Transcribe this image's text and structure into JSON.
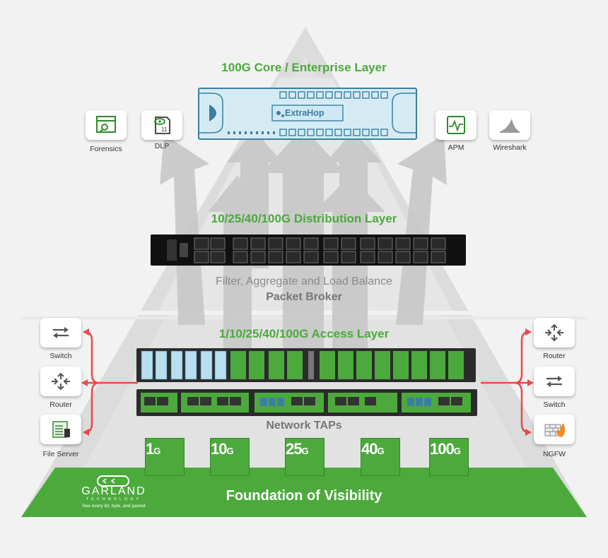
{
  "layers": {
    "core": "100G Core / Enterprise Layer",
    "distribution": "10/25/40/100G Distribution Layer",
    "broker_line1": "Filter, Aggregate and Load Balance",
    "broker_line2": "Packet Broker",
    "access": "1/10/25/40/100G Access Layer",
    "taps": "Network TAPs",
    "foundation": "Foundation of Visibility"
  },
  "core_device": {
    "brand": "ExtraHop"
  },
  "tools_left": [
    {
      "label": "Forensics",
      "icon": "forensics-icon"
    },
    {
      "label": "DLP",
      "icon": "dlp-icon"
    }
  ],
  "tools_right": [
    {
      "label": "APM",
      "icon": "apm-icon"
    },
    {
      "label": "Wireshark",
      "icon": "wireshark-icon"
    }
  ],
  "left_devices": [
    {
      "label": "Switch",
      "icon": "switch-icon"
    },
    {
      "label": "Router",
      "icon": "router-icon"
    },
    {
      "label": "File Server",
      "icon": "file-server-icon"
    }
  ],
  "right_devices": [
    {
      "label": "Router",
      "icon": "router-icon"
    },
    {
      "label": "Switch",
      "icon": "switch-icon"
    },
    {
      "label": "NGFW",
      "icon": "firewall-icon"
    }
  ],
  "speeds": [
    {
      "num": "1",
      "unit": "G"
    },
    {
      "num": "10",
      "unit": "G"
    },
    {
      "num": "25",
      "unit": "G"
    },
    {
      "num": "40",
      "unit": "G"
    },
    {
      "num": "100",
      "unit": "G"
    }
  ],
  "logo": {
    "name": "GARLAND",
    "sub": "TECHNOLOGY",
    "tagline": "See every bit, byte, and packet"
  },
  "colors": {
    "green": "#4caa3c",
    "red": "#e84a4a",
    "blue_device": "#d5ebf3"
  }
}
